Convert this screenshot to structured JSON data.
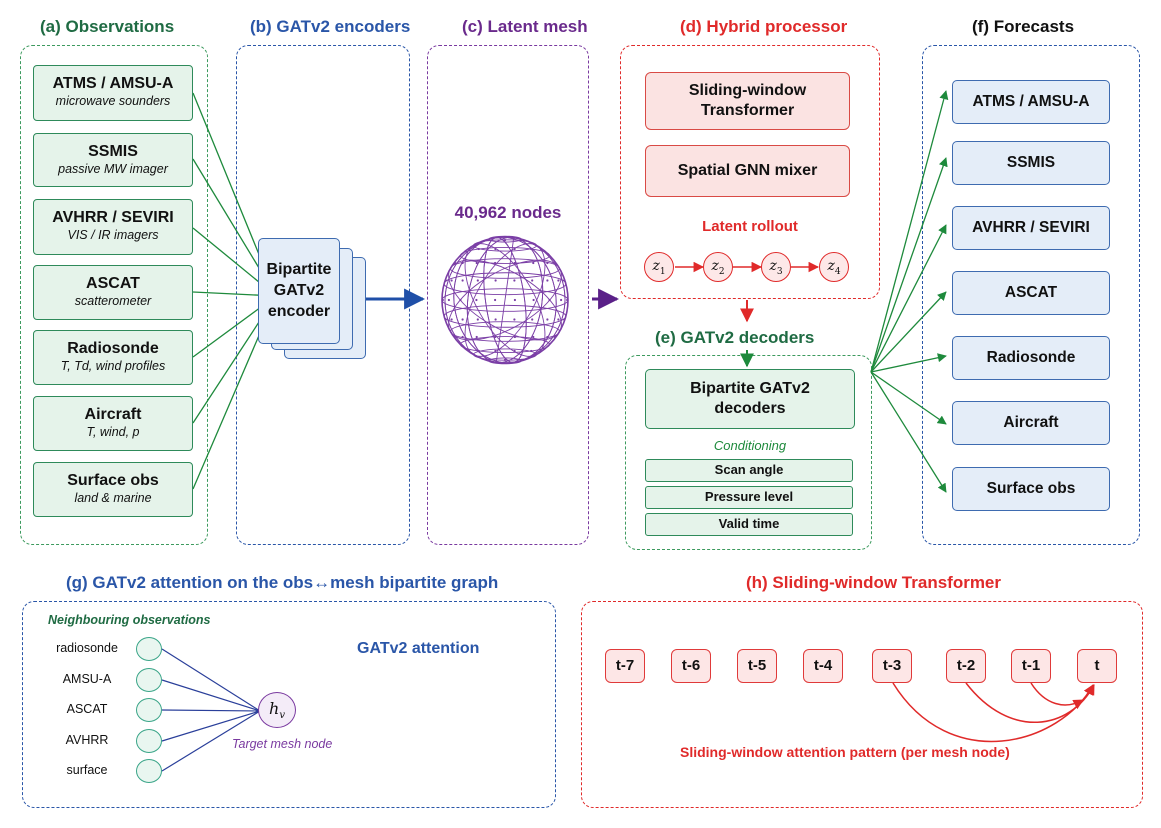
{
  "panels": {
    "a": "(a) Observations",
    "b": "(b) GATv2 encoders",
    "c": "(c) Latent mesh",
    "d": "(d) Hybrid processor",
    "e": "(e) GATv2 decoders",
    "f": "(f) Forecasts",
    "g": "(g) GATv2 attention on the obs↔mesh bipartite graph",
    "h": "(h) Sliding-window Transformer"
  },
  "observations": [
    {
      "name": "ATMS / AMSU-A",
      "sub": "microwave sounders"
    },
    {
      "name": "SSMIS",
      "sub": "passive MW imager"
    },
    {
      "name": "AVHRR / SEVIRI",
      "sub": "VIS / IR imagers"
    },
    {
      "name": "ASCAT",
      "sub": "scatterometer"
    },
    {
      "name": "Radiosonde",
      "sub": "T, Td, wind profiles"
    },
    {
      "name": "Aircraft",
      "sub": "T, wind, p"
    },
    {
      "name": "Surface obs",
      "sub": "land & marine"
    }
  ],
  "encoder": {
    "line1": "Bipartite",
    "line2": "GATv2",
    "line3": "encoder"
  },
  "mesh": {
    "nodes_label": "40,962 nodes"
  },
  "processor": {
    "box1_line1": "Sliding-window",
    "box1_line2": "Transformer",
    "box2": "Spatial GNN mixer",
    "rollout_label": "Latent rollout",
    "z": [
      "z",
      "z",
      "z",
      "z"
    ],
    "z_sub": [
      "1",
      "2",
      "3",
      "4"
    ]
  },
  "decoder": {
    "line1": "Bipartite GATv2",
    "line2": "decoders",
    "conditioning": "Conditioning",
    "conditions": [
      "Scan angle",
      "Pressure level",
      "Valid time"
    ]
  },
  "forecasts": [
    "ATMS / AMSU-A",
    "SSMIS",
    "AVHRR / SEVIRI",
    "ASCAT",
    "Radiosonde",
    "Aircraft",
    "Surface obs"
  ],
  "attention": {
    "neighbour_title": "Neighbouring observations",
    "neighbours": [
      "radiosonde",
      "AMSU-A",
      "ASCAT",
      "AVHRR",
      "surface"
    ],
    "target_symbol": "h",
    "target_sub": "v",
    "target_label": "Target mesh node",
    "gat_label": "GATv2 attention"
  },
  "sliding": {
    "steps": [
      "t-7",
      "t-6",
      "t-5",
      "t-4",
      "t-3",
      "t-2",
      "t-1",
      "t"
    ],
    "caption": "Sliding-window attention pattern (per mesh node)"
  },
  "colors": {
    "green": "#1f6b43",
    "blue": "#2a56a8",
    "purple": "#6a2a8c",
    "red": "#e02a2a"
  }
}
